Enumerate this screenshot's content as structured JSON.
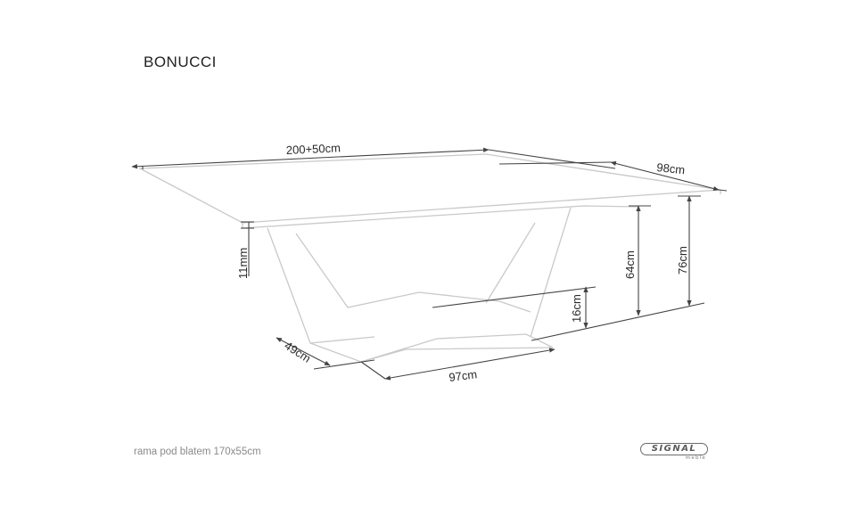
{
  "title": "BONUCCI",
  "footnote": "rama pod blatem 170x55cm",
  "logo": {
    "word": "SIGNAL",
    "sub": "meble"
  },
  "dimensions": {
    "length": "200+50cm",
    "depth": "98cm",
    "top_thickness": "11mm",
    "frame_height": "64cm",
    "total_height": "76cm",
    "base_height": "16cm",
    "base_depth": "49cm",
    "base_width": "97cm"
  },
  "colors": {
    "outline": "#c9c9c9",
    "dimension_line": "#444444",
    "text": "#2a2a2a"
  }
}
